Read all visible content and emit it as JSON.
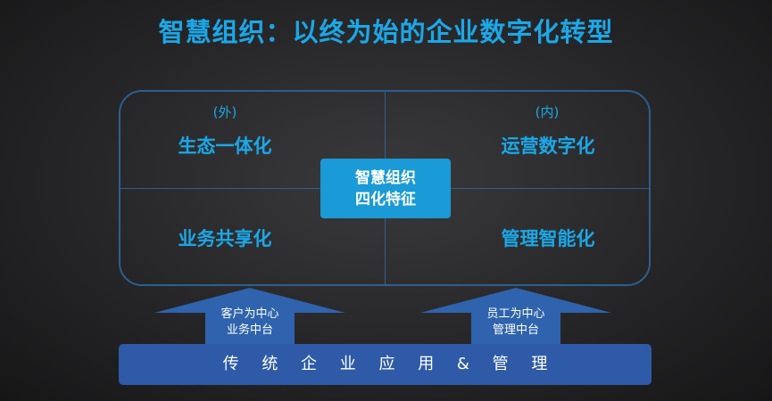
{
  "title": "智慧组织：以终为始的企业数字化转型",
  "quadrants": {
    "outer_label": "(外)",
    "inner_label": "(内)",
    "top_left": "生态一体化",
    "top_right": "运营数字化",
    "bottom_left": "业务共享化",
    "bottom_right": "管理智能化"
  },
  "center": {
    "line1": "智慧组织",
    "line2": "四化特征"
  },
  "arrows": [
    {
      "line1": "客户为中心",
      "line2": "业务中台"
    },
    {
      "line1": "员工为中心",
      "line2": "管理中台"
    }
  ],
  "base": {
    "label": "传 统 企 业 应 用 & 管 理"
  },
  "colors": {
    "accent_text": "#1aa8e8",
    "center_box": "#1a9ad6",
    "arrow_fill": "#2f63ad",
    "base_bar": "#2e5aa8",
    "frame_border": "#2c5f8f"
  }
}
